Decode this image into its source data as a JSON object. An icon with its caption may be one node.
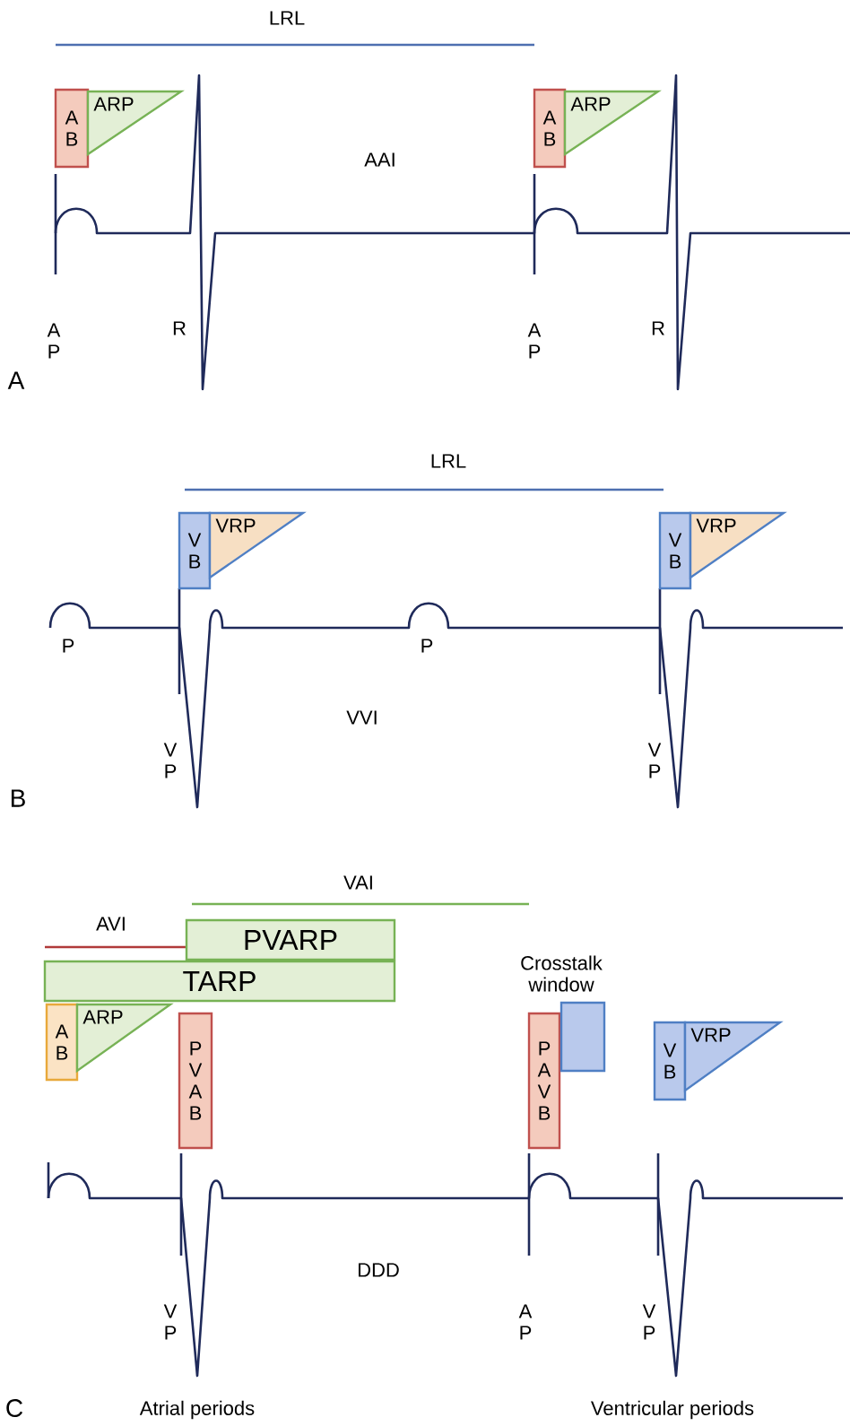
{
  "diagram": {
    "nodes": [
      {
        "text": [
          "A B"
        ]
      },
      {
        "text": [
          "ARP"
        ]
      },
      {
        "text": [
          "A B"
        ]
      },
      {
        "text": [
          "ARP"
        ]
      },
      {
        "text": [
          "V B"
        ]
      },
      {
        "text": [
          "VRP"
        ]
      },
      {
        "text": [
          "V B"
        ]
      },
      {
        "text": [
          "VRP"
        ]
      },
      {
        "text": [
          "PVARP"
        ]
      },
      {
        "text": [
          "TARP"
        ]
      },
      {
        "text": [
          "A B"
        ]
      },
      {
        "text": [
          "ARP"
        ]
      },
      {
        "text": [
          "P V A B"
        ]
      },
      {
        "text": [
          "P A V B"
        ]
      },
      {
        "text": [
          "Crosstalk window"
        ]
      },
      {
        "text": [
          "V B"
        ]
      },
      {
        "text": [
          "VRP"
        ]
      }
    ],
    "labels": [
      "LRL",
      "AAI",
      "A P",
      "R",
      "A P",
      "R",
      "A",
      "LRL",
      "P",
      "P",
      "VVI",
      "V P",
      "V P",
      "B",
      "VAI",
      "AVI",
      "DDD",
      "V P",
      "A P",
      "V P",
      "C",
      "Atrial periods",
      "Ventricular periods"
    ]
  }
}
